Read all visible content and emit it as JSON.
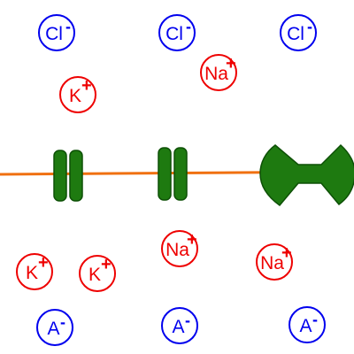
{
  "colors": {
    "anion": "#0000ee",
    "cation": "#ee0000",
    "membrane": "#f07010",
    "protein": "#1e7a10",
    "protein_outline": "#0d5006"
  },
  "ions": {
    "cl_1": {
      "symbol": "Cl",
      "charge": "-"
    },
    "cl_2": {
      "symbol": "Cl",
      "charge": "-"
    },
    "cl_3": {
      "symbol": "Cl",
      "charge": "-"
    },
    "k_1": {
      "symbol": "K",
      "charge": "+"
    },
    "na_1": {
      "symbol": "Na",
      "charge": "+"
    },
    "na_2": {
      "symbol": "Na",
      "charge": "+"
    },
    "na_3": {
      "symbol": "Na",
      "charge": "+"
    },
    "k_2": {
      "symbol": "K",
      "charge": "+"
    },
    "k_3": {
      "symbol": "K",
      "charge": "+"
    },
    "a_1": {
      "symbol": "A",
      "charge": "-"
    },
    "a_2": {
      "symbol": "A",
      "charge": "-"
    },
    "a_3": {
      "symbol": "A",
      "charge": "-"
    }
  },
  "icons": {
    "membrane": "cell-membrane-line",
    "channel": "ion-channel-icon",
    "pump": "ion-pump-icon"
  }
}
